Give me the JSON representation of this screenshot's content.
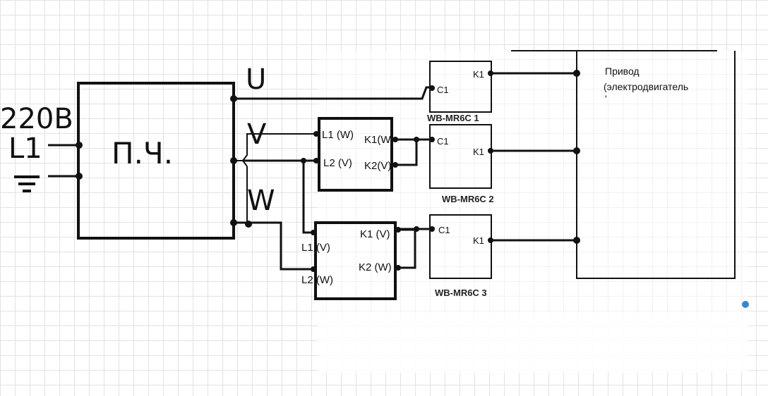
{
  "supply": {
    "voltage": "220В",
    "line": "L1"
  },
  "converter": {
    "label": "П.Ч."
  },
  "phases": {
    "u": "U",
    "v": "V",
    "w": "W"
  },
  "reverser_1": {
    "l1": "L1 (W)",
    "l2": "L2 (V)",
    "k1": "K1(W",
    "k2": "K2(V)"
  },
  "reverser_2": {
    "k1": "K1 (V)",
    "k2": "K2 (W)",
    "l1": "L1 (V)",
    "l2": "L2 (W)"
  },
  "relays": [
    {
      "c1": "C1",
      "k1": "K1",
      "name": "WB-MR6C 1"
    },
    {
      "c1": "C1",
      "k1": "K1",
      "name": "WB-MR6C 2"
    },
    {
      "c1": "C1",
      "k1": "K1",
      "name": "WB-MR6C 3"
    }
  ],
  "drive": {
    "line1": "Привод",
    "line2": "(электродвигатель",
    "line3": "'"
  },
  "colors": {
    "wire": "#111111",
    "handle": "#3a86d4",
    "grid": "#e2e2e2"
  }
}
